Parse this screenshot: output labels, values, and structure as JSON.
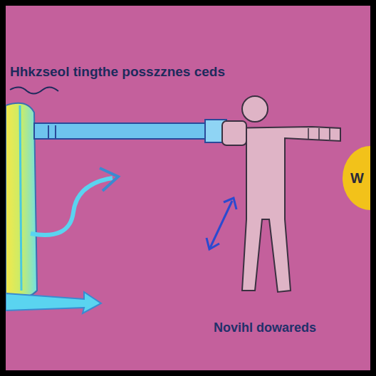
{
  "diagram": {
    "title": "Hhkzseol tingthe posszznes ceds",
    "nodes": [
      {
        "text": [
          "W"
        ]
      }
    ],
    "labels": [
      "Novihl dowareds"
    ]
  }
}
